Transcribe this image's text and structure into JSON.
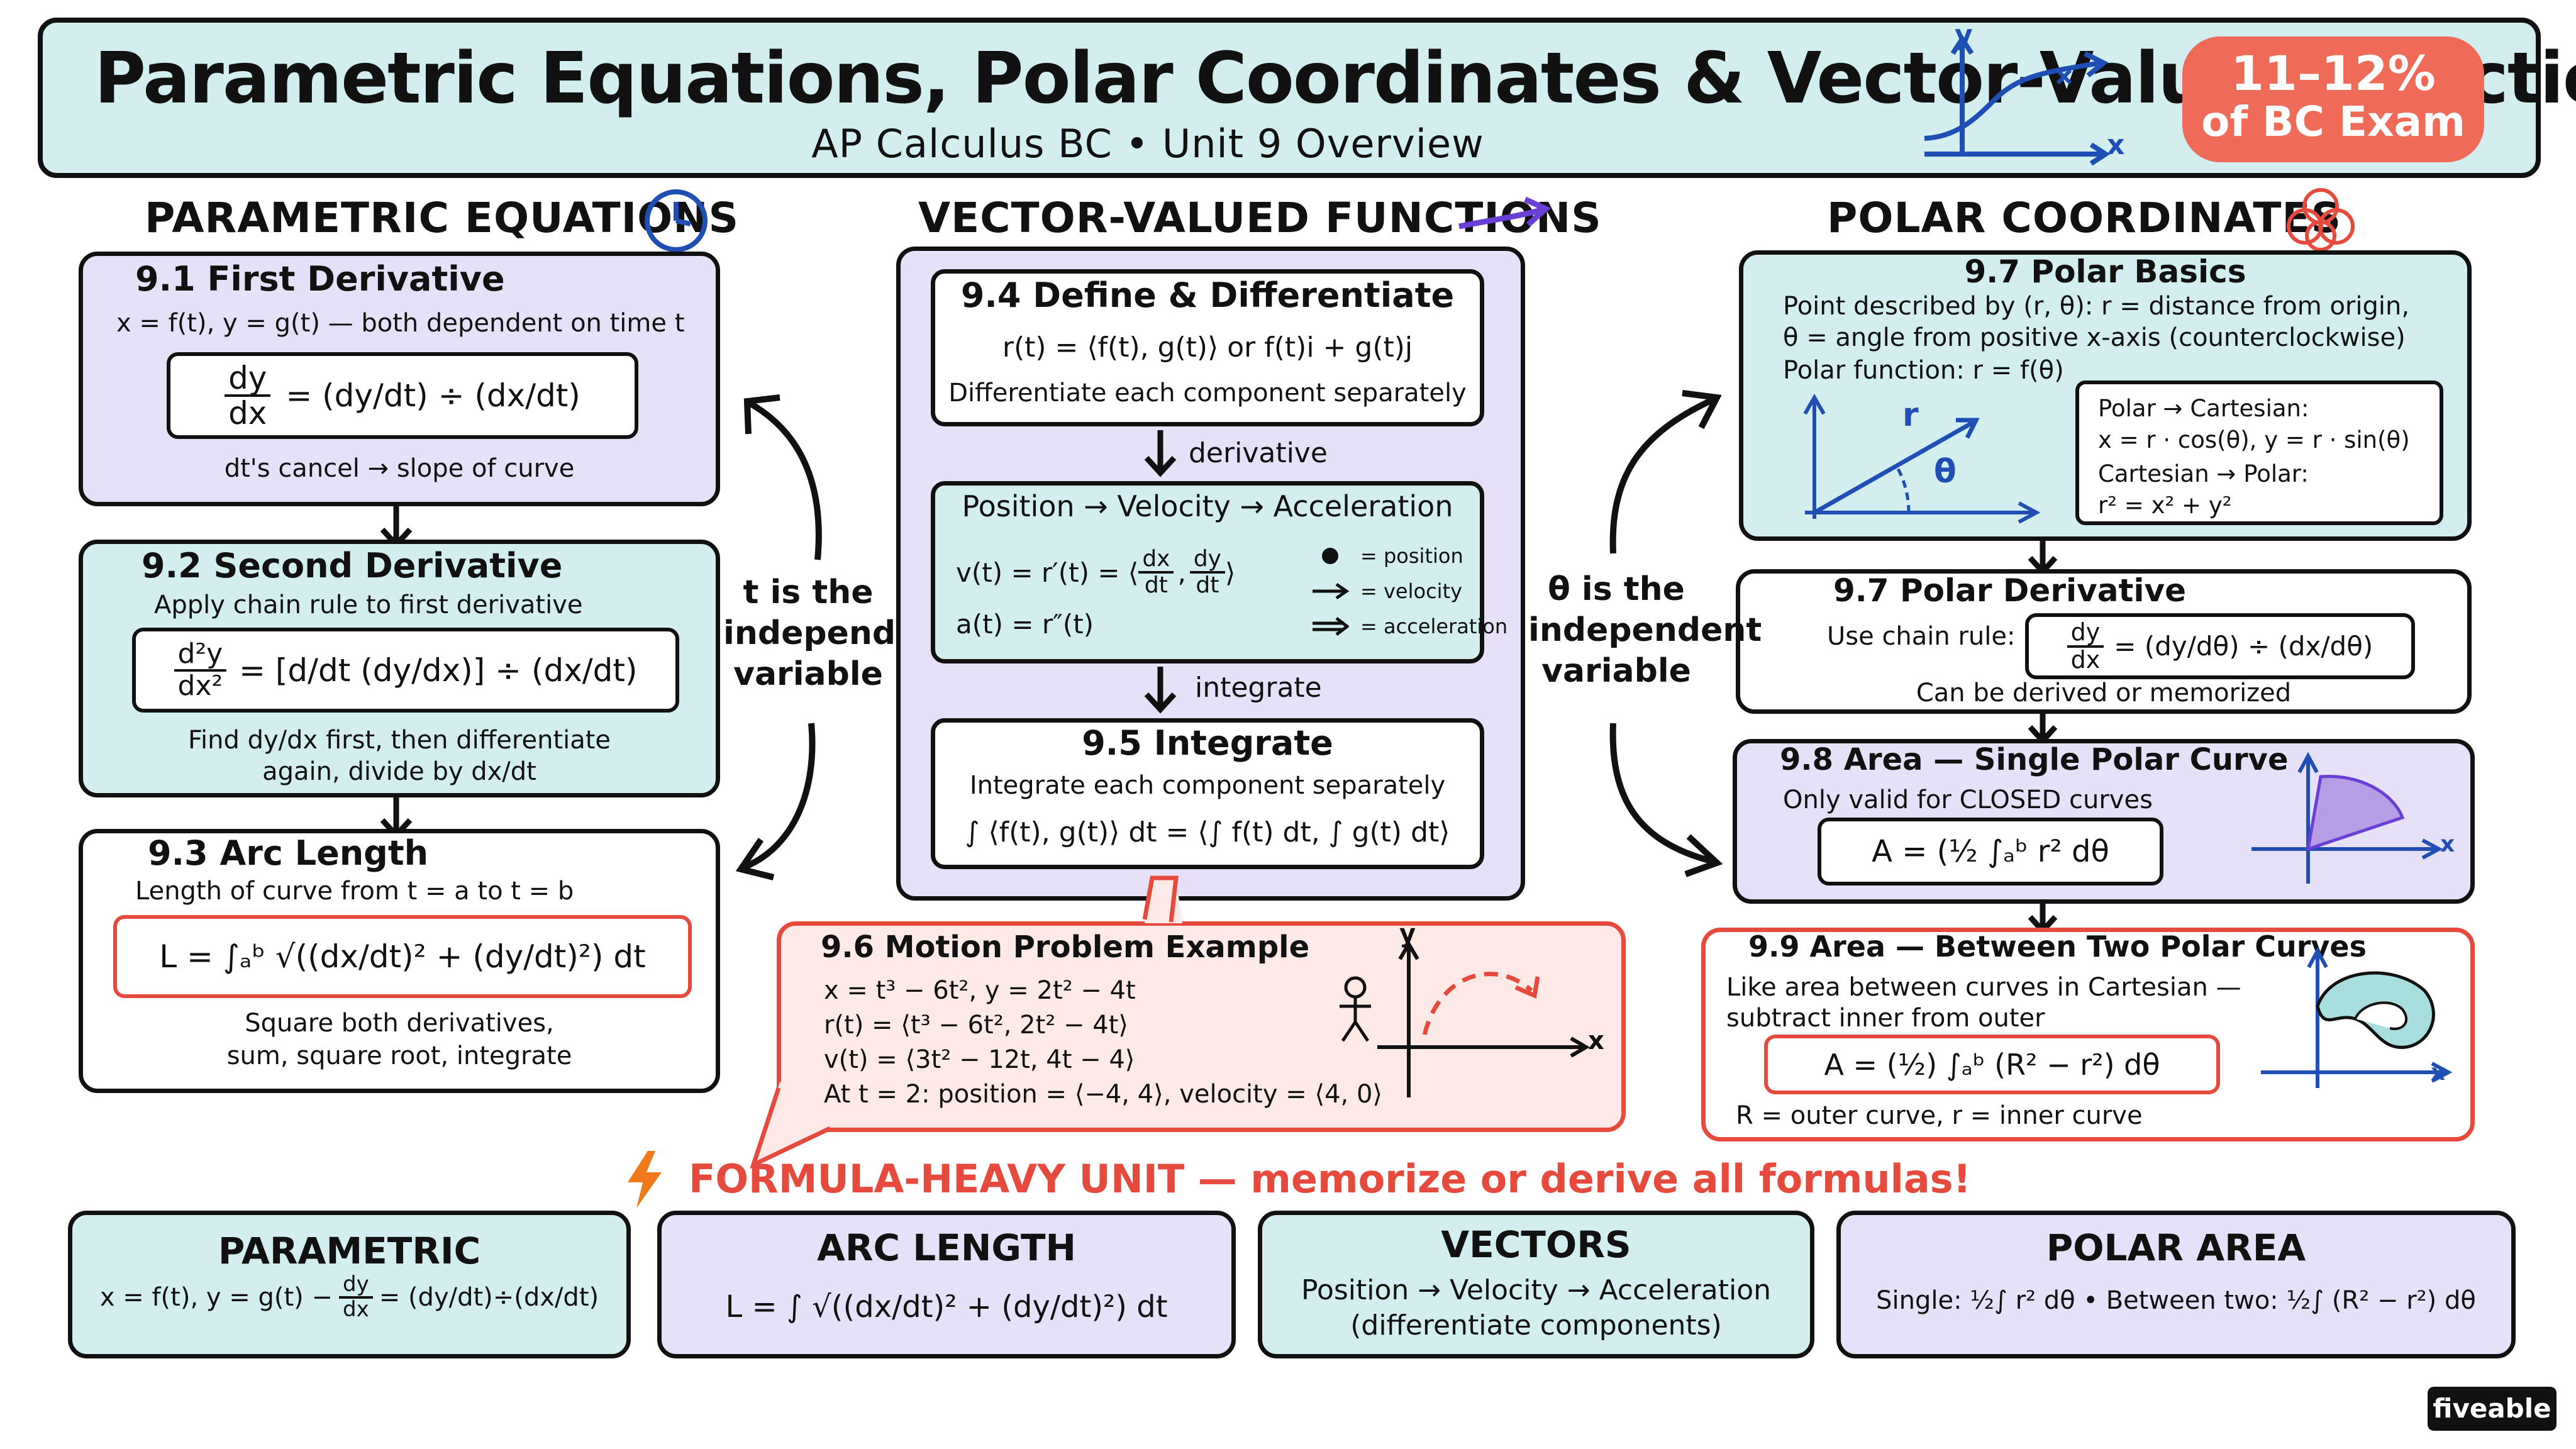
{
  "header": {
    "title": "Parametric Equations, Polar Coordinates & Vector-Valued Functions",
    "subtitle": "AP Calculus BC • Unit 9 Overview",
    "badge_line1": "11–12%",
    "badge_line2": "of BC Exam",
    "axis_y": "y",
    "axis_x": "x"
  },
  "sections": {
    "parametric": "PARAMETRIC EQUATIONS",
    "vector": "VECTOR-VALUED FUNCTIONS",
    "polar": "POLAR COORDINATES"
  },
  "parametric": {
    "c91": {
      "title": "9.1 First Derivative",
      "line1": "x = f(t), y = g(t) — both dependent on time t",
      "frac_num": "dy",
      "frac_den": "dx",
      "formula_rhs": "= (dy/dt) ÷ (dx/dt)",
      "note": "dt's cancel → slope of curve"
    },
    "c92": {
      "title": "9.2 Second Derivative",
      "line1": "Apply chain rule to first derivative",
      "frac_num": "d²y",
      "frac_den": "dx²",
      "formula_rhs": "= [d/dt (dy/dx)] ÷ (dx/dt)",
      "note1": "Find dy/dx first, then differentiate",
      "note2": "again, divide by dx/dt"
    },
    "c93": {
      "title": "9.3 Arc Length",
      "line1": "Length of curve from t = a to t = b",
      "formula": "L = ∫ₐᵇ √((dx/dt)² + (dy/dt)²) dt",
      "note1": "Square both derivatives,",
      "note2": "sum, square root, integrate"
    },
    "side_label_line1": "t is the",
    "side_label_line2": "independent",
    "side_label_line3": "variable"
  },
  "vector": {
    "c94": {
      "title": "9.4 Define & Differentiate",
      "line1": "r(t) = ⟨f(t), g(t)⟩ or f(t)i + g(t)j",
      "line2": "Differentiate each component separately"
    },
    "arrow1": "derivative",
    "pva": {
      "title": "Position → Velocity → Acceleration",
      "v_lhs": "v(t) = r′(t) = ⟨",
      "v_n1": "dx",
      "v_d1": "dt",
      "v_n2": "dy",
      "v_d2": "dt",
      "v_rhs": "⟩",
      "a_line": "a(t) = r″(t)",
      "legend": [
        "= position",
        "= velocity",
        "= acceleration"
      ]
    },
    "arrow2": "integrate",
    "c95": {
      "title": "9.5 Integrate",
      "line1": "Integrate each component separately",
      "formula": "∫ ⟨f(t), g(t)⟩ dt = ⟨∫ f(t) dt, ∫ g(t) dt⟩"
    },
    "c96": {
      "title": "9.6 Motion Problem Example",
      "l1": "x = t³ − 6t², y = 2t² − 4t",
      "l2": "r(t) = ⟨t³ − 6t², 2t² − 4t⟩",
      "l3": "v(t) = ⟨3t² − 12t, 4t − 4⟩",
      "l4": "At t = 2: position = ⟨−4, 4⟩, velocity = ⟨4, 0⟩",
      "axis_y": "y",
      "axis_x": "x"
    }
  },
  "polar": {
    "c97a": {
      "title": "9.7 Polar Basics",
      "l1": "Point described by (r, θ): r = distance from origin,",
      "l2": "θ = angle from positive x-axis (counterclockwise)",
      "l3": "Polar function: r = f(θ)",
      "conv1": "Polar → Cartesian:",
      "conv2": "x = r · cos(θ), y = r · sin(θ)",
      "conv3": "Cartesian → Polar:",
      "conv4": "r² = x² + y²",
      "r_label": "r",
      "theta_label": "θ"
    },
    "c97b": {
      "title": "9.7 Polar Derivative",
      "rule": "Use chain rule:",
      "frac_num": "dy",
      "frac_den": "dx",
      "formula_rhs": "= (dy/dθ) ÷ (dx/dθ)",
      "note": "Can be derived or memorized"
    },
    "c98": {
      "title": "9.8 Area — Single Polar Curve",
      "line1": "Only valid for CLOSED curves",
      "formula": "A = (½ ∫ₐᵇ r² dθ",
      "axis_x": "x"
    },
    "c99": {
      "title": "9.9 Area — Between Two Polar Curves",
      "l1": "Like area between curves in Cartesian —",
      "l2": "subtract inner from outer",
      "formula": "A = (½) ∫ₐᵇ (R² − r²) dθ",
      "note": "R = outer curve, r = inner curve",
      "axis_x": "x"
    },
    "side_label_line1": "θ is the",
    "side_label_line2": "independent",
    "side_label_line3": "variable"
  },
  "banner": "FORMULA-HEAVY UNIT — memorize or derive all formulas!",
  "summary": {
    "parametric": {
      "title": "PARAMETRIC",
      "lhs": "x = f(t), y = g(t) −",
      "frac_num": "dy",
      "frac_den": "dx",
      "rhs": "= (dy/dt)÷(dx/dt)"
    },
    "arc": {
      "title": "ARC LENGTH",
      "formula": "L = ∫ √((dx/dt)² + (dy/dt)²) dt"
    },
    "vectors": {
      "title": "VECTORS",
      "l1": "Position → Velocity → Acceleration",
      "l2": "(differentiate components)"
    },
    "polar_area": {
      "title": "POLAR AREA",
      "formula": "Single: ½∫ r² dθ • Between two: ½∫ (R² − r²) dθ"
    }
  },
  "brand": "fiveable",
  "colors": {
    "teal": "#d2eeee",
    "lavender": "#e6e1f8",
    "red_accent": "#e64a3d",
    "blue_accent": "#1f4fb5",
    "purple_accent": "#6a3fd6",
    "orange_accent": "#f07a1a"
  }
}
